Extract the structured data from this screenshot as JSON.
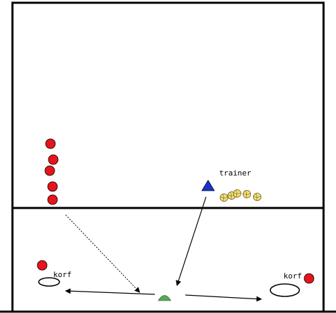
{
  "labels": {
    "trainer": "trainer",
    "korf_left": "korf",
    "korf_right": "korf"
  },
  "colors": {
    "court_line": "#000000",
    "player": "#e8141b",
    "trainer": "#1a33d6",
    "ball": "#f2e07a",
    "ball_line": "#6b5a10",
    "cone": "#5aa85a",
    "basket": "#ffffff"
  },
  "icons": {
    "player": "red-circle",
    "trainer": "blue-triangle",
    "ball": "ball",
    "basket": "korf-ellipse",
    "cone": "green-cone"
  }
}
